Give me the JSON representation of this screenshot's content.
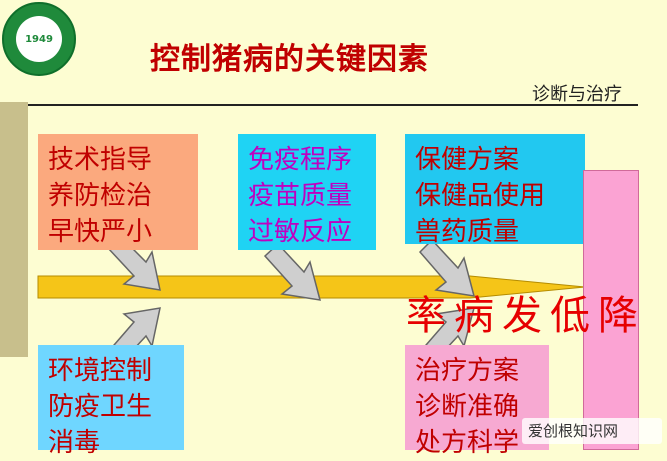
{
  "header": {
    "title": "控制猪病的关键因素",
    "subtitle": "诊断与治疗"
  },
  "boxes": {
    "tech": {
      "lines": [
        "技术指导",
        "养防检治",
        "早快严小"
      ]
    },
    "vaccine": {
      "lines": [
        "免疫程序",
        "疫苗质量",
        "过敏反应"
      ]
    },
    "health": {
      "lines": [
        "保健方案",
        "保健品使用",
        "兽药质量"
      ]
    },
    "environment": {
      "lines": [
        "环境控制",
        "防疫卫生",
        "消毒"
      ]
    },
    "treatment": {
      "lines": [
        "治疗方案",
        "诊断准确",
        "处方科学"
      ]
    }
  },
  "goal": {
    "lines": [
      "降",
      "低",
      "发",
      "病",
      "率"
    ]
  },
  "logo": {
    "year": "1949"
  },
  "watermark": {
    "text": "爱创根知识网"
  },
  "colors": {
    "background": "#fdfdd2",
    "arrow": "#f5c518",
    "title": "#c00000"
  }
}
